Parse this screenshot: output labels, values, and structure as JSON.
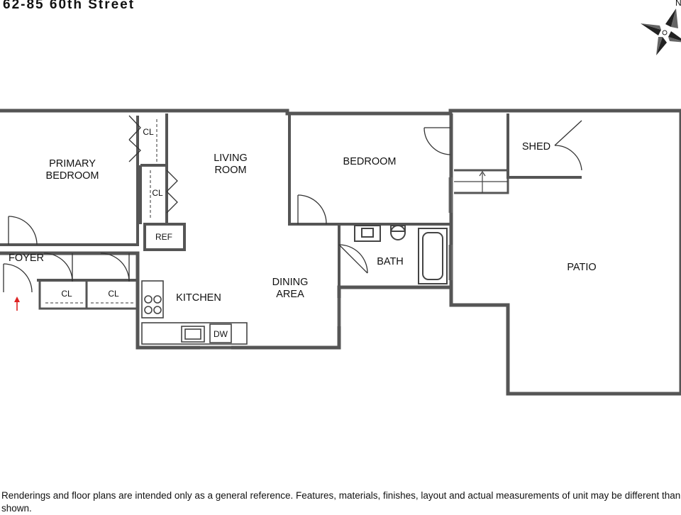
{
  "header": {
    "address": "62-85 60th Street"
  },
  "compass": {
    "north_label": "N"
  },
  "rooms": {
    "primary_bedroom": [
      "PRIMARY",
      "BEDROOM"
    ],
    "living_room": [
      "LIVING",
      "ROOM"
    ],
    "bedroom": "BEDROOM",
    "shed": "SHED",
    "foyer": "FOYER",
    "bath": "BATH",
    "patio": "PATIO",
    "dining_area": [
      "DINING",
      "AREA"
    ],
    "kitchen": "KITCHEN"
  },
  "fixtures": {
    "closet": "CL",
    "refrigerator": "REF",
    "dishwasher": "DW"
  },
  "footer": {
    "disclaimer": "Renderings and floor plans are intended only as a general reference. Features, materials, finishes, layout and actual measurements of unit may be different than shown."
  }
}
